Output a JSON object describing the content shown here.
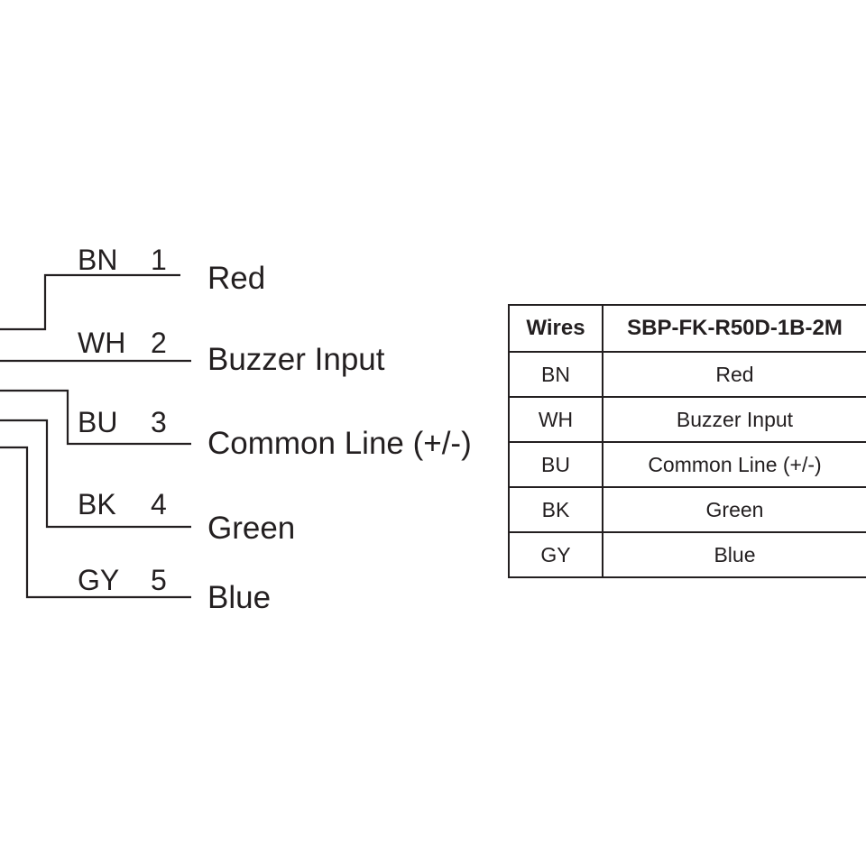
{
  "wires": [
    {
      "code": "BN",
      "pin": "1",
      "function": "Red"
    },
    {
      "code": "WH",
      "pin": "2",
      "function": "Buzzer Input"
    },
    {
      "code": "BU",
      "pin": "3",
      "function": "Common Line (+/-)"
    },
    {
      "code": "BK",
      "pin": "4",
      "function": "Green"
    },
    {
      "code": "GY",
      "pin": "5",
      "function": "Blue"
    }
  ],
  "table": {
    "headers": [
      "Wires",
      "SBP-FK-R50D-1B-2M"
    ],
    "rows": [
      [
        "BN",
        "Red"
      ],
      [
        "WH",
        "Buzzer Input"
      ],
      [
        "BU",
        "Common Line (+/-)"
      ],
      [
        "BK",
        "Green"
      ],
      [
        "GY",
        "Blue"
      ]
    ]
  },
  "colors": {
    "line": "#231f20",
    "background": "#ffffff"
  }
}
